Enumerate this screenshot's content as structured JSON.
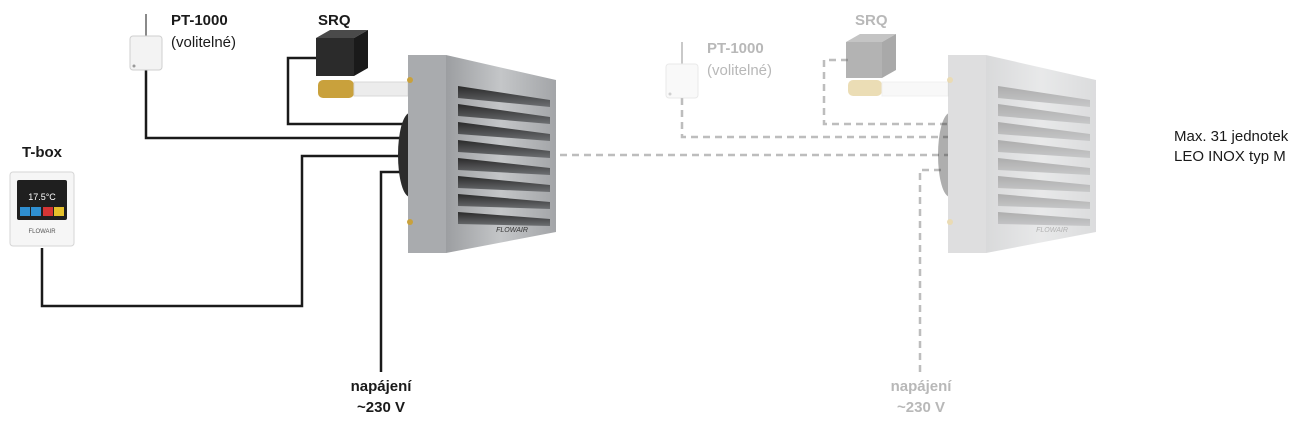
{
  "left": {
    "tbox_label": "T-box",
    "sensor_label": "PT-1000",
    "sensor_sublabel": "(volitelné)",
    "valve_label": "SRQ",
    "power_label": "napájení",
    "power_voltage": "~230 V",
    "tbox_screen_temp": "17.5°C",
    "tbox_brand": "FLOWAIR",
    "heater_brand": "FLOWAIR"
  },
  "right": {
    "sensor_label": "PT-1000",
    "sensor_sublabel": "(volitelné)",
    "valve_label": "SRQ",
    "power_label": "napájení",
    "power_voltage": "~230 V",
    "heater_brand": "FLOWAIR"
  },
  "note": {
    "line1": "Max. 31 jednotek",
    "line2": "LEO INOX typ M"
  },
  "colors": {
    "wire": "#1a1a1a",
    "dashed_wire": "#bdbdbd",
    "heater_body": "#b5b7b9",
    "valve_brass": "#c9a13c"
  }
}
